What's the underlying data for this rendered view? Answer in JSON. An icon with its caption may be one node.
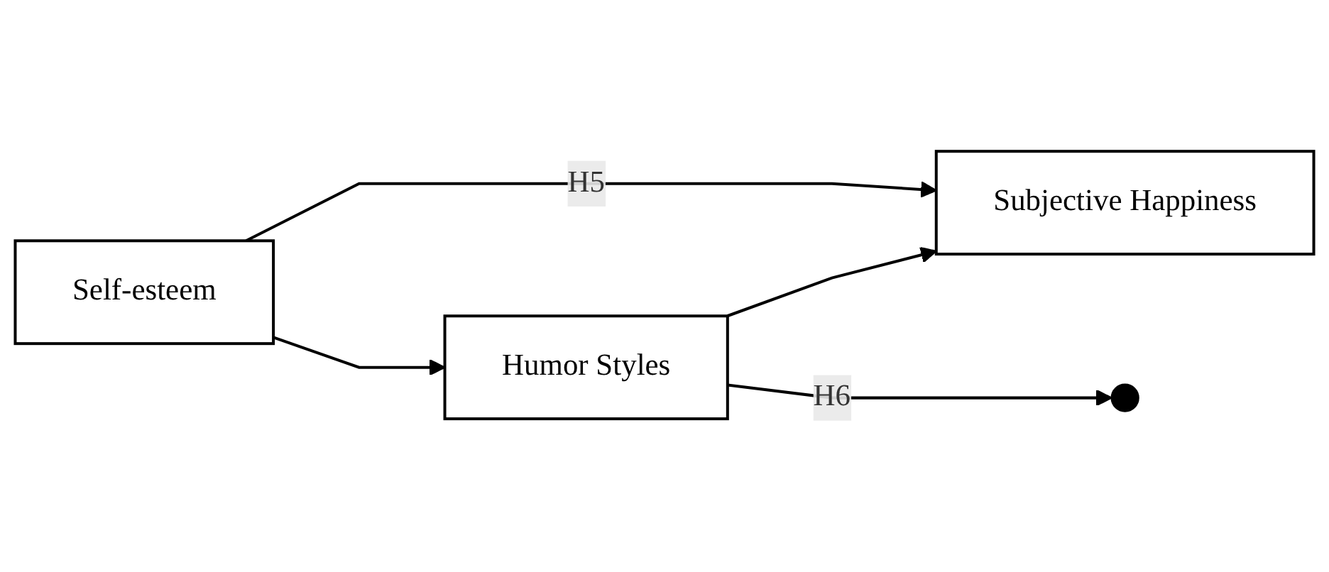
{
  "diagram": {
    "nodes": [
      {
        "text": [
          "Humor Styles"
        ]
      },
      {
        "text": [
          "Self-esteem"
        ]
      },
      {
        "text": [
          "Subjective Happiness"
        ]
      }
    ],
    "edges": [
      {
        "from": 1,
        "to": 0,
        "arrow": "to"
      },
      {
        "from": 0,
        "to": 2,
        "arrow": "to"
      },
      {
        "from": 1,
        "to": 2,
        "arrow": "to",
        "label": "H5"
      },
      {
        "from": 0,
        "to": null,
        "arrow": "to",
        "label": "H6"
      }
    ]
  }
}
